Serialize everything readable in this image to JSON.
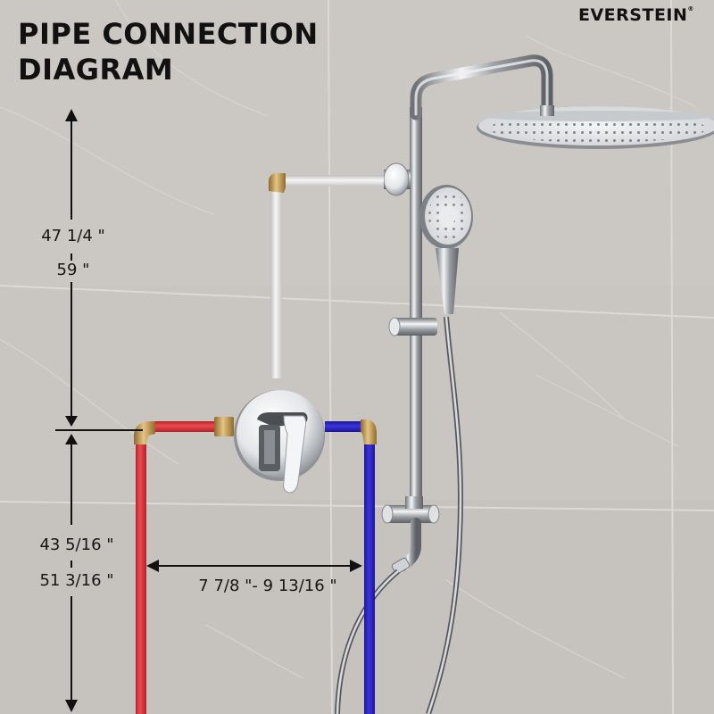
{
  "title": {
    "line1": "PIPE CONNECTION",
    "line2": "DIAGRAM"
  },
  "brand": {
    "name": "EVERSTEIN",
    "mark": "®"
  },
  "dimensions": {
    "upper_height": {
      "min": "47 1/4 \"",
      "max": "59 \""
    },
    "lower_height": {
      "min": "43 5/16 \"",
      "max": "51 3/16 \""
    },
    "inlet_spacing": {
      "label": "7 7/8 \"- 9 13/16 \""
    }
  },
  "components": {
    "hot_pipe": {
      "color": "#d9323a",
      "label": "hot-water-supply"
    },
    "cold_pipe": {
      "color": "#2a22c8",
      "label": "cold-water-supply"
    },
    "outlet_pipe": {
      "color": "#e9e9e9",
      "label": "riser-to-shower"
    },
    "fittings": {
      "color": "#c9a15a"
    },
    "chrome": {
      "color": "#b9bcc0"
    }
  },
  "colors": {
    "wall": "#c9c5c1",
    "grout": "#dedbd8",
    "text": "#111111"
  }
}
